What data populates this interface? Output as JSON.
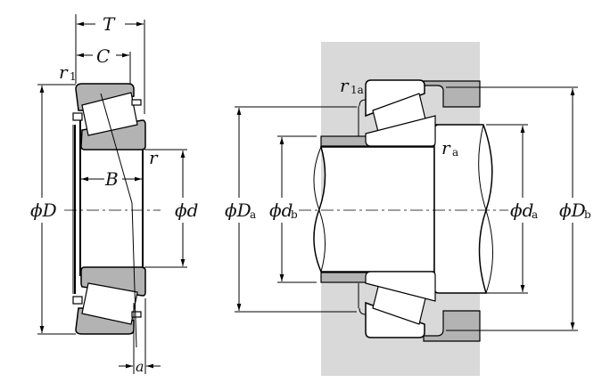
{
  "diagram": {
    "title": "Tapered roller bearing dimensions and mounting",
    "colors": {
      "housing": "#d9d9d9",
      "ring": "#b3b3b3",
      "line": "#000000"
    },
    "left_view": {
      "labels": {
        "T": "T",
        "C": "C",
        "r1": "r",
        "r1_sub": "1",
        "r": "r",
        "B": "B",
        "phiD": "ϕD",
        "phid": "ϕd",
        "a": "a"
      }
    },
    "right_view": {
      "labels": {
        "r1a": "r",
        "r1a_sub": "1a",
        "ra": "r",
        "ra_sub": "a",
        "phiDa": "ϕD",
        "phiDa_sub": "a",
        "phidb": "ϕd",
        "phidb_sub": "b",
        "phida": "ϕd",
        "phida_sub": "a",
        "phiDb": "ϕD",
        "phiDb_sub": "b"
      }
    }
  }
}
